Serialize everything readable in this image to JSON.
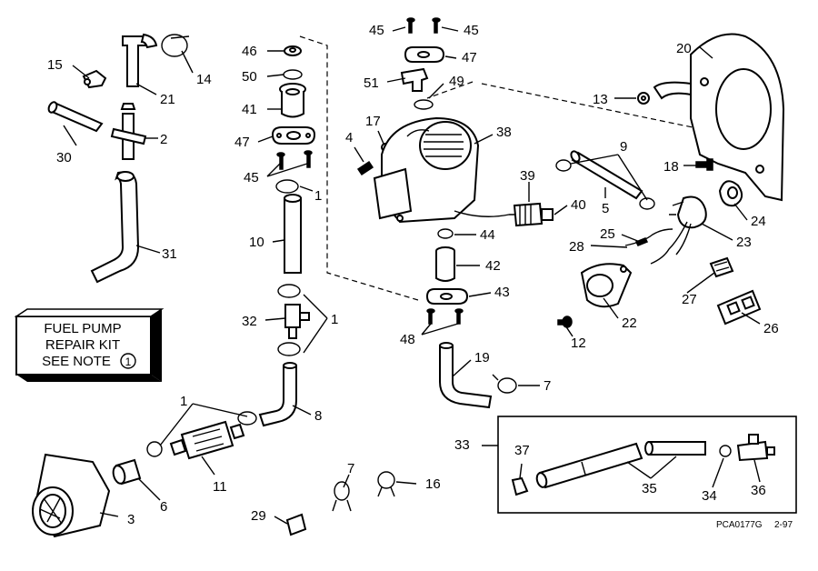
{
  "note_box": {
    "line1": "FUEL PUMP",
    "line2": "REPAIR KIT",
    "line3": "SEE NOTE",
    "note_marker": "1"
  },
  "footer": {
    "drawing_code": "PCA0177G",
    "date_code": "2-97"
  },
  "callouts": [
    {
      "text": "15"
    },
    {
      "text": "14"
    },
    {
      "text": "21"
    },
    {
      "text": "30"
    },
    {
      "text": "2"
    },
    {
      "text": "31"
    },
    {
      "text": "46"
    },
    {
      "text": "50"
    },
    {
      "text": "41"
    },
    {
      "text": "47"
    },
    {
      "text": "45"
    },
    {
      "text": "1"
    },
    {
      "text": "10"
    },
    {
      "text": "32"
    },
    {
      "text": "1"
    },
    {
      "text": "8"
    },
    {
      "text": "1"
    },
    {
      "text": "11"
    },
    {
      "text": "6"
    },
    {
      "text": "3"
    },
    {
      "text": "29"
    },
    {
      "text": "7"
    },
    {
      "text": "16"
    },
    {
      "text": "45"
    },
    {
      "text": "45"
    },
    {
      "text": "47"
    },
    {
      "text": "51"
    },
    {
      "text": "49"
    },
    {
      "text": "17"
    },
    {
      "text": "4"
    },
    {
      "text": "38"
    },
    {
      "text": "39"
    },
    {
      "text": "40"
    },
    {
      "text": "44"
    },
    {
      "text": "42"
    },
    {
      "text": "43"
    },
    {
      "text": "48"
    },
    {
      "text": "19"
    },
    {
      "text": "7"
    },
    {
      "text": "9"
    },
    {
      "text": "5"
    },
    {
      "text": "13"
    },
    {
      "text": "20"
    },
    {
      "text": "18"
    },
    {
      "text": "24"
    },
    {
      "text": "23"
    },
    {
      "text": "25"
    },
    {
      "text": "28"
    },
    {
      "text": "27"
    },
    {
      "text": "22"
    },
    {
      "text": "26"
    },
    {
      "text": "12"
    },
    {
      "text": "33"
    },
    {
      "text": "37"
    },
    {
      "text": "35"
    },
    {
      "text": "34"
    },
    {
      "text": "36"
    }
  ]
}
